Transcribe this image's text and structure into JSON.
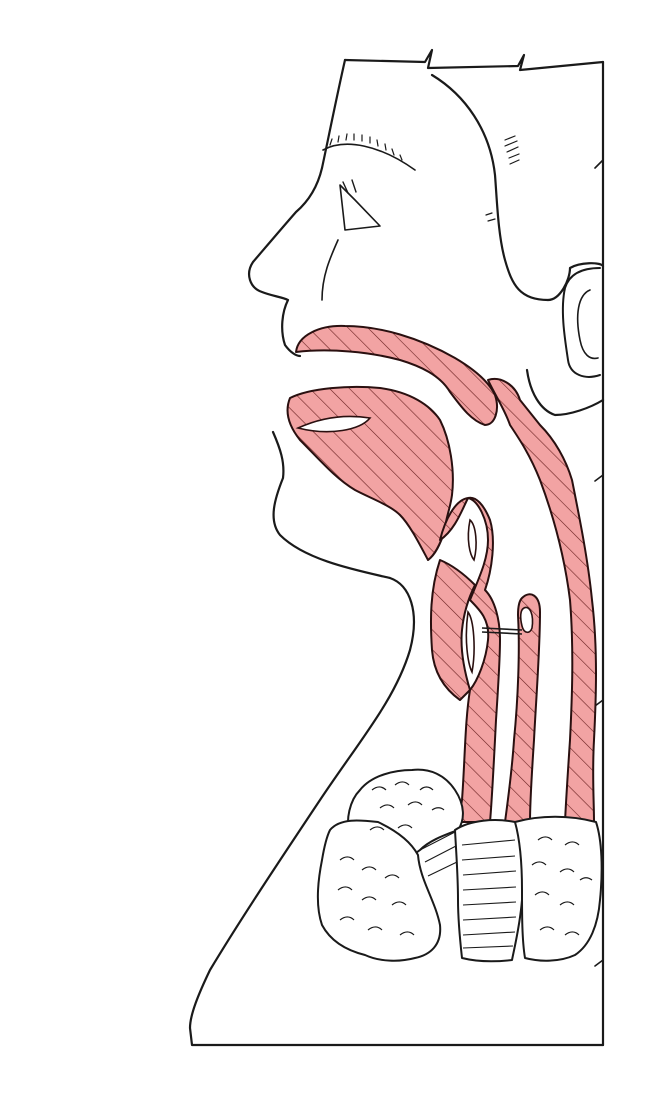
{
  "colors": {
    "outline": "#1a1a1a",
    "background": "#ffffff",
    "tract_fill": "#f2a3a3",
    "tract_stroke": "#2a1010",
    "hatch": "#6a2020",
    "tissue_fill": "#ffffff"
  },
  "diagram": {
    "subject": "sagittal-view-head-neck",
    "highlighted_regions": [
      "palate",
      "tongue",
      "pharynx",
      "larynx",
      "trachea",
      "esophagus"
    ],
    "unhighlighted_regions": [
      "face-profile",
      "ear",
      "thyroid-lobes",
      "thoracic-tissue"
    ]
  }
}
